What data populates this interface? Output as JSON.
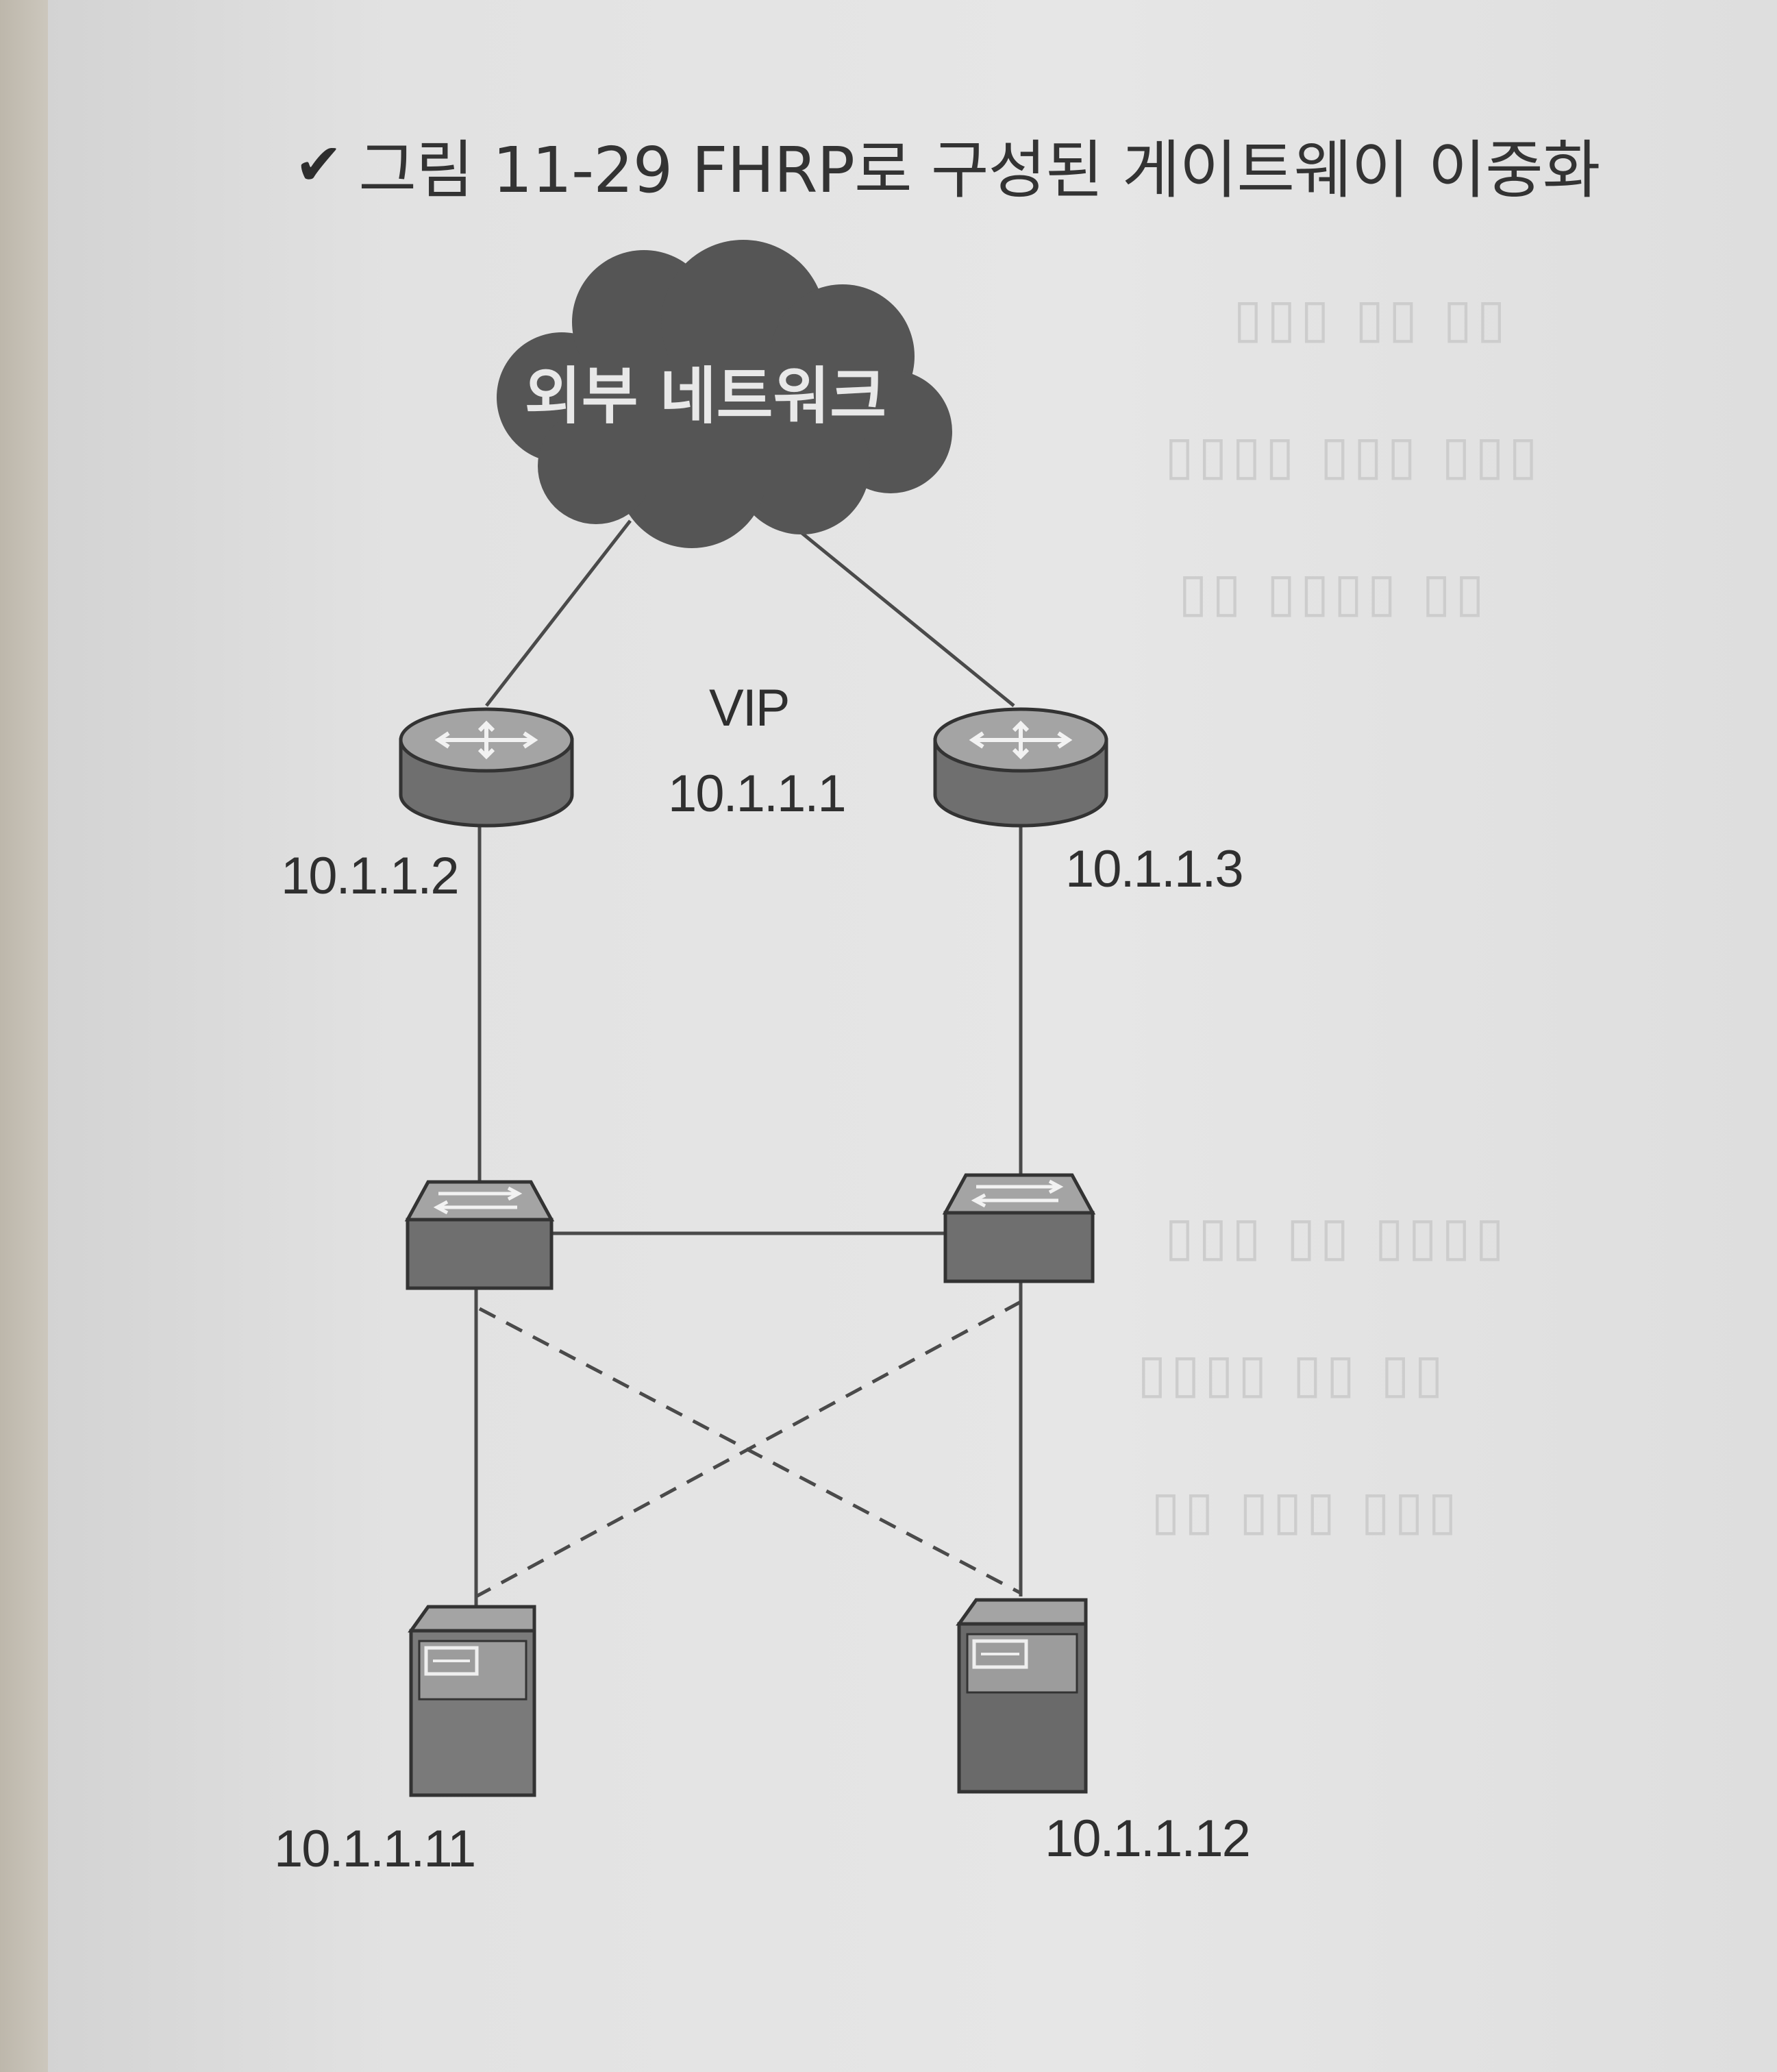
{
  "figure": {
    "caption_icon": "checkmark-icon",
    "caption": "그림 11-29 FHRP로 구성된 게이트웨이 이중화"
  },
  "diagram": {
    "cloud": {
      "label": "외부 네트워크",
      "icon": "cloud-icon"
    },
    "vip": {
      "label": "VIP",
      "address": "10.1.1.1"
    },
    "routers": [
      {
        "icon": "router-icon",
        "address": "10.1.1.2"
      },
      {
        "icon": "router-icon",
        "address": "10.1.1.3"
      }
    ],
    "switches": [
      {
        "icon": "switch-icon"
      },
      {
        "icon": "switch-icon"
      }
    ],
    "servers": [
      {
        "icon": "server-icon",
        "address": "10.1.1.11"
      },
      {
        "icon": "server-icon",
        "address": "10.1.1.12"
      }
    ],
    "links": [
      {
        "from": "cloud",
        "to": "router-1",
        "style": "solid"
      },
      {
        "from": "cloud",
        "to": "router-2",
        "style": "solid"
      },
      {
        "from": "router-1",
        "to": "switch-1",
        "style": "solid"
      },
      {
        "from": "router-2",
        "to": "switch-2",
        "style": "solid"
      },
      {
        "from": "switch-1",
        "to": "switch-2",
        "style": "solid"
      },
      {
        "from": "switch-1",
        "to": "server-1",
        "style": "solid"
      },
      {
        "from": "switch-2",
        "to": "server-2",
        "style": "solid"
      },
      {
        "from": "switch-1",
        "to": "server-2",
        "style": "dashed"
      },
      {
        "from": "switch-2",
        "to": "server-1",
        "style": "dashed"
      }
    ],
    "colors": {
      "device_top": "#9a9a9a",
      "device_side": "#6e6e6e",
      "server_body": "#767676",
      "cloud": "#555555",
      "line": "#4a4a4a"
    }
  }
}
